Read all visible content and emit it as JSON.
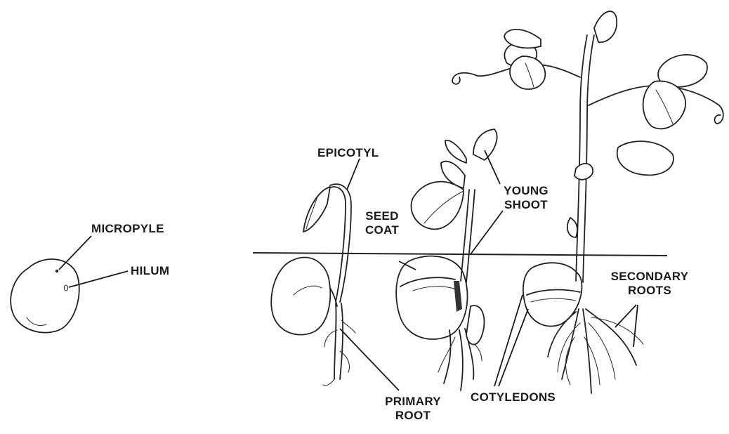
{
  "labels": {
    "micropyle": "MICROPYLE",
    "hilum": "HILUM",
    "epicotyl": "EPICOTYL",
    "seed_coat_1": "SEED",
    "seed_coat_2": "COAT",
    "young_shoot_1": "YOUNG",
    "young_shoot_2": "SHOOT",
    "secondary_roots_1": "SECONDARY",
    "secondary_roots_2": "ROOTS",
    "primary_root_1": "PRIMARY",
    "primary_root_2": "ROOT",
    "cotyledons": "COTYLEDONS"
  }
}
